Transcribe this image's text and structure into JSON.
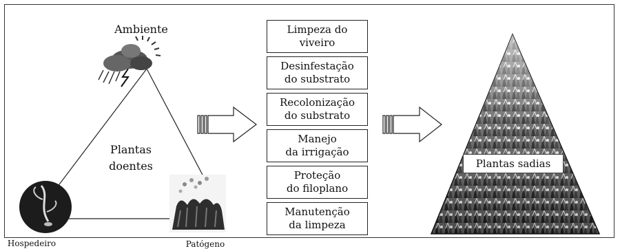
{
  "left": {
    "top_label": "Ambiente",
    "center_label_line1": "Plantas",
    "center_label_line2": "doentes",
    "bottom_left_label": "Hospedeiro",
    "bottom_right_label": "Patógeno"
  },
  "steps": [
    {
      "line1": "Limpeza do",
      "line2": "viveiro"
    },
    {
      "line1": "Desinfestação",
      "line2": "do substrato"
    },
    {
      "line1": "Recolonização",
      "line2": "do substrato"
    },
    {
      "line1": "Manejo",
      "line2": "da irrigação"
    },
    {
      "line1": "Proteção",
      "line2": "do filoplano"
    },
    {
      "line1": "Manutenção",
      "line2": "da limpeza"
    }
  ],
  "right": {
    "pyramid_label": "Plantas sadias"
  }
}
